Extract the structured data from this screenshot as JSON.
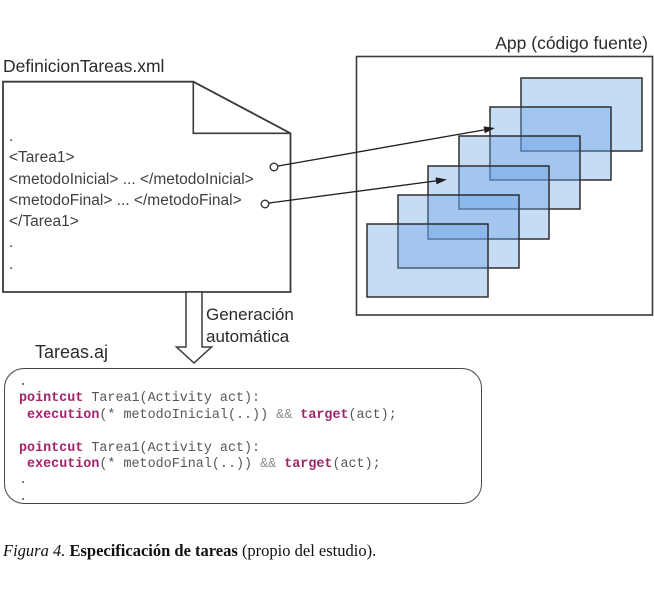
{
  "colors": {
    "keyword": "#a1246b",
    "window_fill": "rgba(105,162,228,0.38)",
    "window_border": "#2e2e2e",
    "line": "#3b3b3b"
  },
  "doc": {
    "title": "DefinicionTareas.xml",
    "lines": [
      ".",
      "<Tarea1>",
      "<metodoInicial> ... </metodoInicial>",
      "<metodoFinal> ... </metodoFinal>",
      "</Tarea1>",
      ".",
      "."
    ]
  },
  "app": {
    "title": "App (código fuente)",
    "window_count": 6
  },
  "gen_label": {
    "line1": "Generación",
    "line2": "automática"
  },
  "aspect": {
    "title": "Tareas.aj",
    "code_lines": [
      [
        {
          "t": ".",
          "c": "p"
        }
      ],
      [
        {
          "t": "pointcut",
          "c": "kw"
        },
        {
          "t": " Tarea1(Activity act):",
          "c": "p"
        }
      ],
      [
        {
          "t": " ",
          "c": "p"
        },
        {
          "t": "execution",
          "c": "kw"
        },
        {
          "t": "(* metodoInicial(..)) ",
          "c": "p"
        },
        {
          "t": "&&",
          "c": "d"
        },
        {
          "t": " ",
          "c": "p"
        },
        {
          "t": "target",
          "c": "kw"
        },
        {
          "t": "(act);",
          "c": "p"
        }
      ],
      [],
      [
        {
          "t": "pointcut",
          "c": "kw"
        },
        {
          "t": " Tarea1(Activity act):",
          "c": "p"
        }
      ],
      [
        {
          "t": " ",
          "c": "p"
        },
        {
          "t": "execution",
          "c": "kw"
        },
        {
          "t": "(* metodoFinal(..)) ",
          "c": "p"
        },
        {
          "t": "&&",
          "c": "d"
        },
        {
          "t": " ",
          "c": "p"
        },
        {
          "t": "target",
          "c": "kw"
        },
        {
          "t": "(act);",
          "c": "p"
        }
      ],
      [
        {
          "t": ".",
          "c": "p"
        }
      ],
      [
        {
          "t": ".",
          "c": "p"
        }
      ]
    ]
  },
  "caption": {
    "label": "Figura 4.",
    "bold": "Especificación de tareas",
    "rest": "(propio del estudio)."
  }
}
